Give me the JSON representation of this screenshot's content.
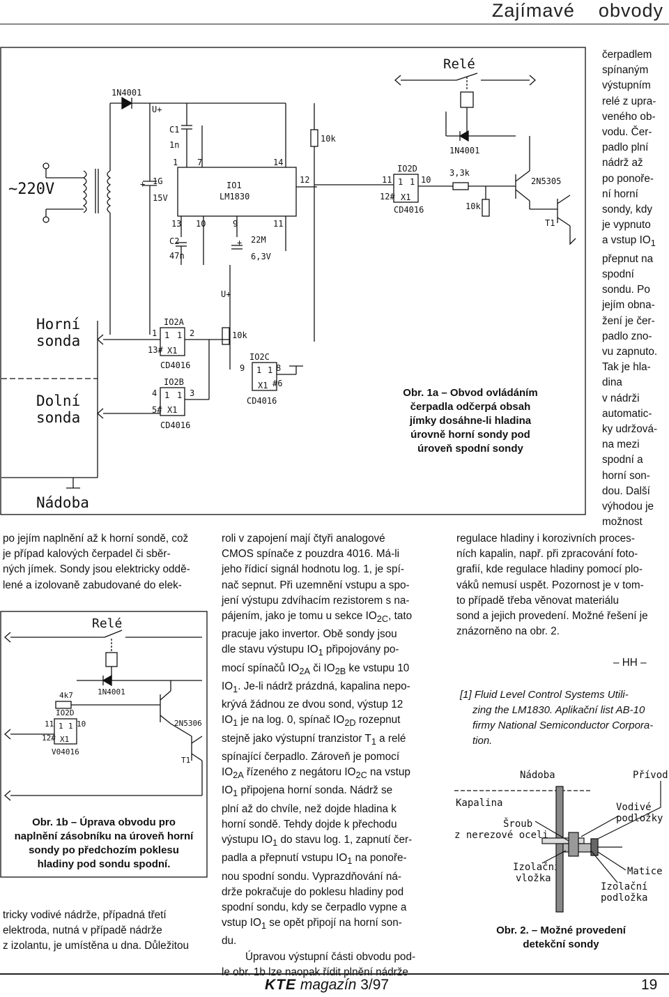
{
  "header": {
    "word1": "Zajímavé",
    "word2": "obvody"
  },
  "fig1a": {
    "labels": {
      "mains": "~220V",
      "d1": "1N4001",
      "vplus": "U+",
      "c1": "C1",
      "c1v": "1n",
      "p1": "1",
      "p7": "7",
      "p14": "14",
      "p12": "12",
      "io1": "IO1",
      "lm": "LM1830",
      "c16": "1G",
      "c16v": "15V",
      "p13": "13",
      "p10": "10",
      "p9": "9",
      "p11": "11",
      "c2": "C2",
      "c2v": "47n",
      "c22": "22M",
      "c22v": "6,3V",
      "r10k_top": "10k",
      "horni1": "Horní",
      "horni2": "sonda",
      "dolni1": "Dolní",
      "dolni2": "sonda",
      "nadoba": "Nádoba",
      "io2a": "IO2A",
      "io2a_in": "1",
      "io2a_o": "1",
      "io2a_p2": "2",
      "io2a_c": "13#",
      "x1": "X1",
      "cd4016": "CD4016",
      "io2b": "IO2B",
      "io2b_4": "4",
      "io2b_1": "1",
      "io2b_o": "1",
      "io2b_3": "3",
      "io2b_c": "5#",
      "uplus2": "U+",
      "r10k_mid": "10k",
      "io2c": "IO2C",
      "io2c_9": "9",
      "io2c_1": "1",
      "io2c_o": "1",
      "io2c_8": "8",
      "io2c_6": "#6",
      "io2d": "IO2D",
      "io2d_11": "11",
      "io2d_1": "1",
      "io2d_o": "1",
      "io2d_10": "10",
      "io2d_12": "12#",
      "rele": "Relé",
      "d2": "1N4001",
      "r33": "3,3k",
      "r10k_r": "10k",
      "q1": "2N5305",
      "t1": "T1"
    }
  },
  "fig1b": {
    "labels": {
      "rele": "Relé",
      "d": "1N4001",
      "r": "4k7",
      "io2d": "IO2D",
      "p11": "11",
      "p1": "1",
      "po": "1",
      "p10": "10",
      "p12": "12#",
      "x1": "X1",
      "cd": "V04016",
      "q": "2N5306",
      "t1": "T1"
    }
  },
  "caption1a": {
    "l1": "Obr. 1a – Obvod ovládáním",
    "l2": "čerpadla odčerpá obsah",
    "l3": "jímky dosáhne-li hladina",
    "l4": "úrovně horní sondy pod",
    "l5": "úroveň spodní sondy"
  },
  "caption1b": {
    "l1": "Obr. 1b – Úprava obvodu pro",
    "l2": "naplnění zásobníku na úroveň horní",
    "l3": "sondy po předchozím poklesu",
    "l4": "hladiny pod sondu spodní."
  },
  "caption2": {
    "l1": "Obr. 2. – Možné provedení",
    "l2": "detekční sondy"
  },
  "col1": {
    "p1": [
      "po jejím naplnění až k horní sondě, což",
      "je případ kalových čerpadel či sběr-",
      "ných jímek. Sondy jsou elektricky oddě-",
      "lené a izolovaně zabudované do elek-"
    ],
    "p2": [
      "tricky vodivé nádrže, případná třetí",
      "elektroda, nutná v případě nádrže",
      "z izolantu, je umístěna u dna. Důležitou"
    ]
  },
  "col2": {
    "l01": "roli v zapojení mají čtyři analogové",
    "l02": "CMOS spínače z pouzdra 4016. Má-li",
    "l03": "jeho řídicí signál hodnotu log. 1, je spí-",
    "l04": "nač sepnut. Při uzemnění vstupu a spo-",
    "l05": "jení výstupu zdvíhacím rezistorem s na-",
    "l06a": "pájením, jako je tomu u sekce IO",
    "l06s": "2C",
    "l06b": ", tato",
    "l07": "pracuje jako invertor. Obě sondy jsou",
    "l08a": "dle stavu výstupu IO",
    "l08s": "1",
    "l08b": " připojovány po-",
    "l09a": "mocí spínačů IO",
    "l09s1": "2A",
    "l09b": " či IO",
    "l09s2": "2B",
    "l09c": " ke vstupu 10",
    "l10a": "IO",
    "l10s": "1",
    "l10b": ". Je-li nádrž prázdná, kapalina nepo-",
    "l11": "krývá žádnou ze dvou sond, výstup 12",
    "l12a": "IO",
    "l12s1": "1",
    "l12b": " je na log. 0, spínač IO",
    "l12s2": "2D",
    "l12c": " rozepnut",
    "l13a": "stejně jako výstupní tranzistor T",
    "l13s": "1",
    "l13b": " a relé",
    "l14": "spínající čerpadlo. Zároveň je pomocí",
    "l15a": "IO",
    "l15s1": "2A",
    "l15b": " řízeného z negátoru IO",
    "l15s2": "2C",
    "l15c": " na vstup",
    "l16a": "IO",
    "l16s": "1",
    "l16b": " připojena horní sonda. Nádrž se",
    "l17": "plní až do chvíle, než dojde hladina k",
    "l18": "horní sondě. Tehdy dojde k přechodu",
    "l19a": "výstupu IO",
    "l19s": "1",
    "l19b": " do stavu log. 1, zapnutí čer-",
    "l20a": "padla a přepnutí vstupu IO",
    "l20s": "1",
    "l20b": " na ponoře-",
    "l21": "nou spodní sondu. Vyprazdňování ná-",
    "l22": "drže pokračuje do poklesu hladiny pod",
    "l23": "spodní sondu, kdy se čerpadlo vypne a",
    "l24a": "vstup IO",
    "l24s": "1",
    "l24b": " se opět připojí na horní son-",
    "l25": "du.",
    "l26": "Úpravou výstupní části obvodu pod-",
    "l27": "le obr. 1b lze naopak řídit plnění nádrže"
  },
  "col3": {
    "n01": "čerpadlem",
    "n02": "spínaným",
    "n03": "výstupním",
    "n04": "relé z upra-",
    "n05": "veného ob-",
    "n06": "vodu. Čer-",
    "n07": "padlo plní",
    "n08": "nádrž až",
    "n09": "po ponoře-",
    "n10": "ní horní",
    "n11": "sondy, kdy",
    "n12": "je vypnuto",
    "n13a": "a vstup IO",
    "n13s": "1",
    "n14": "přepnut na",
    "n15": "spodní",
    "n16": "sondu. Po",
    "n17": "jejím obna-",
    "n18": "žení je čer-",
    "n19": "padlo zno-",
    "n20": "vu zapnuto.",
    "n21": "Tak je hla-",
    "n22": "dina",
    "n23": "v nádrži",
    "n24": "automatic-",
    "n25": "ky udržová-",
    "n26": "na mezi",
    "n27": "spodní a",
    "n28": "horní son-",
    "n29": "dou. Další",
    "n30": "výhodou je",
    "n31": "možnost",
    "w1": "regulace hladiny i korozivních proces-",
    "w2": "ních kapalin, např. při zpracování foto-",
    "w3": "grafií, kde regulace hladiny pomocí plo-",
    "w4": "váků nemusí uspět. Pozornost je v tom-",
    "w5": "to případě třeba věnovat materiálu",
    "w6": "sond a jejich provedení. Možné řešení je",
    "w7": "znázorněno na obr. 2.",
    "signature": "– HH –",
    "ref1": "[1] Fluid Level Control Systems Utili-",
    "ref2": "zing the LM1830. Aplikační list AB-10",
    "ref3": "firmy National Semiconductor Corpora-",
    "ref4": "tion."
  },
  "fig2": {
    "nadoba": "Nádoba",
    "privod": "Přívod",
    "kapalina": "Kapalina",
    "sroub1": "Šroub",
    "sroub2": "z nerezové oceli",
    "vodive1": "Vodivé",
    "vodive2": "podložky",
    "iz_vl1": "Izolační",
    "iz_vl2": "vložka",
    "matice": "Matice",
    "iz_po1": "Izolační",
    "iz_po2": "podložka"
  },
  "footer": {
    "brand": "KTE",
    "mag": "magazín",
    "issue": "3/97",
    "page": "19"
  }
}
